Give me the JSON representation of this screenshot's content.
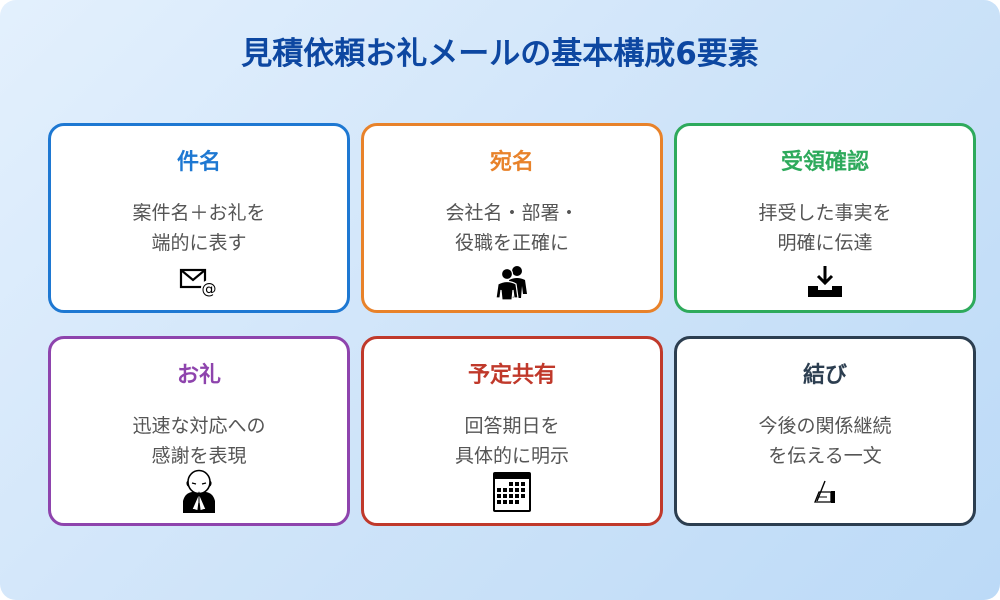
{
  "title": "見積依頼お礼メールの基本構成6要素",
  "colors": {
    "title": "#0d47a1",
    "background_start": "#e3f0fd",
    "background_end": "#bcdaf7",
    "description": "#555555"
  },
  "cards": [
    {
      "title": "件名",
      "color": "#1e78d2",
      "lines": [
        "案件名＋お礼を",
        "端的に表す"
      ],
      "icon": "email-at-icon"
    },
    {
      "title": "宛名",
      "color": "#e8822a",
      "lines": [
        "会社名・部署・",
        "役職を正確に"
      ],
      "icon": "people-icon"
    },
    {
      "title": "受領確認",
      "color": "#2eaa5c",
      "lines": [
        "拝受した事実を",
        "明確に伝達"
      ],
      "icon": "inbox-download-icon"
    },
    {
      "title": "お礼",
      "color": "#8e44ad",
      "lines": [
        "迅速な対応への",
        "感謝を表現"
      ],
      "icon": "bowing-person-icon"
    },
    {
      "title": "予定共有",
      "color": "#c0392b",
      "lines": [
        "回答期日を",
        "具体的に明示"
      ],
      "icon": "calendar-icon"
    },
    {
      "title": "結び",
      "color": "#2c3e50",
      "lines": [
        "今後の関係継続",
        "を伝える一文"
      ],
      "icon": "writing-hand-icon"
    }
  ]
}
